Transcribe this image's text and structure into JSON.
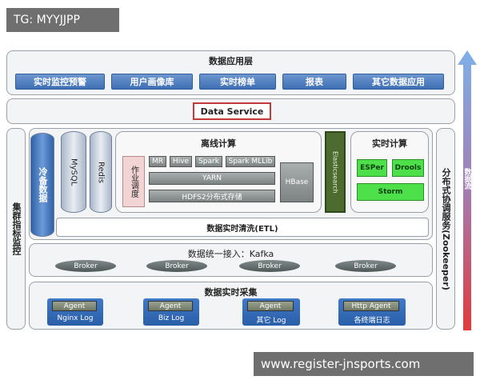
{
  "watermark_top": "TG: MYYJJPP",
  "watermark_bottom": "www.register-jnsports.com",
  "app_layer": {
    "title": "数据应用层",
    "items": [
      "实时监控预警",
      "用户画像库",
      "实时榜单",
      "报表",
      "其它数据应用"
    ]
  },
  "data_service": "Data Service",
  "left_side": "集群指标监控",
  "right_side": "分布式协调服务(Zookeeper)",
  "dataflow": "数据流",
  "storage": {
    "cold": "冷备数据",
    "mysql": "MySQL",
    "redis": "Redis"
  },
  "offline": {
    "title": "离线计算",
    "scheduler": "作业调度",
    "mr": "MR",
    "hive": "Hive",
    "spark": "Spark",
    "mllib": "Spark MLLib",
    "hbase": "HBase",
    "yarn": "YARN",
    "hdfs": "HDFS2分布式存储"
  },
  "elasticsearch": "Elasticsearch",
  "realtime": {
    "title": "实时计算",
    "esper": "ESPer",
    "drools": "Drools",
    "storm": "Storm"
  },
  "etl": "数据实时清洗(ETL)",
  "kafka": {
    "title": "数据统一接入：Kafka",
    "brokers": [
      "Broker",
      "Broker",
      "Broker",
      "Broker"
    ]
  },
  "collection": {
    "title": "数据实时采集",
    "agents": [
      {
        "agent": "Agent",
        "label": "Nginx Log"
      },
      {
        "agent": "Agent",
        "label": "Biz Log"
      },
      {
        "agent": "Agent",
        "label": "其它 Log"
      },
      {
        "agent": "Http Agent",
        "label": "各终端日志"
      }
    ]
  },
  "colors": {
    "blue": "#3e6fb4",
    "green": "#4ee04a",
    "gray": "#7d8383",
    "red_border": "#c23a3a",
    "arrow_top": "#7eb0e8",
    "arrow_bottom": "#e23a3a"
  }
}
